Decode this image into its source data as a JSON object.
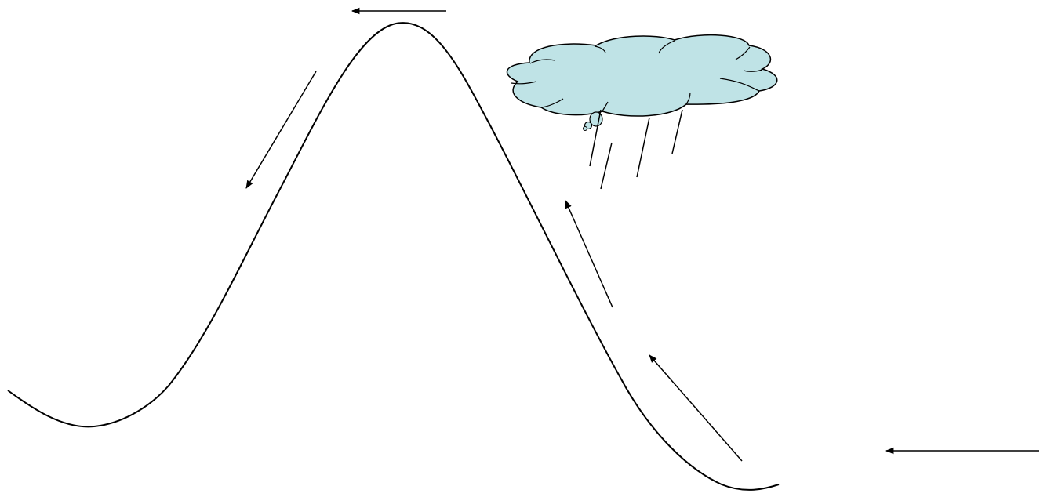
{
  "diagram": {
    "type": "orographic-wind-diagram",
    "elements": [
      "mountain-profile",
      "rain-cloud",
      "rain-drop",
      "rain-streaks",
      "wind-arrows"
    ],
    "colors": {
      "background": "#ffffff",
      "line": "#000000",
      "cloud_fill": "#bfe3e6",
      "cloud_stroke": "#000000"
    },
    "arrow_directions": {
      "incoming_right": "left",
      "windward_lower": "up-left",
      "windward_upper": "up-left",
      "summit": "left",
      "leeward": "down-left"
    }
  }
}
